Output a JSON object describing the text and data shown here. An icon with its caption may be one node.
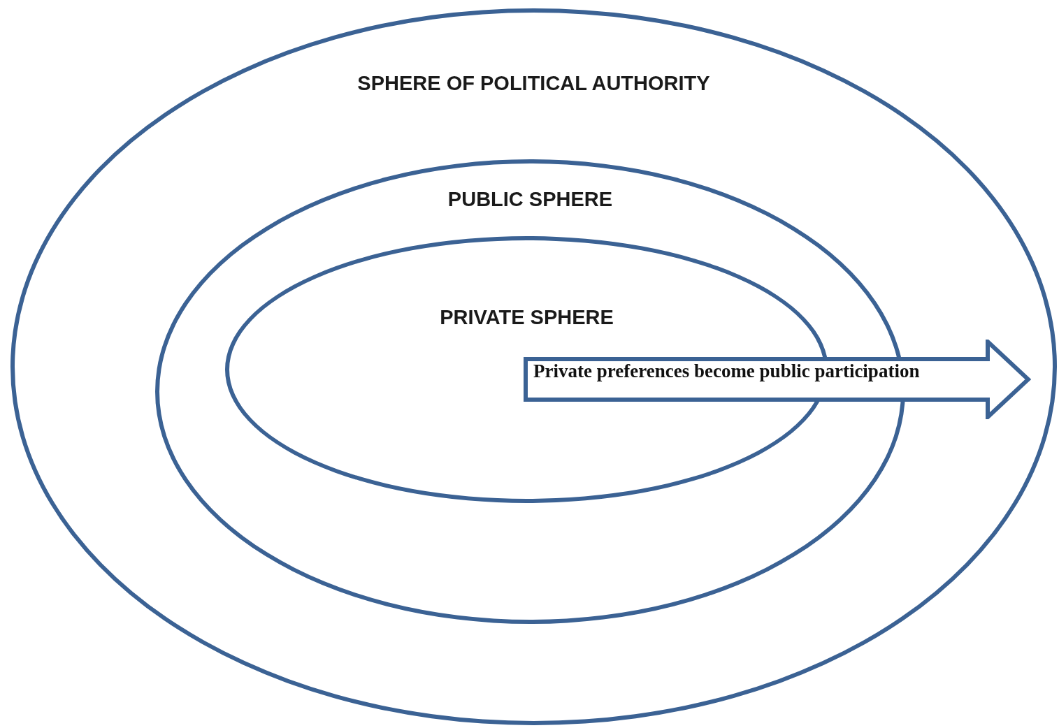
{
  "diagram": {
    "nodes": [
      {
        "text": [
          "SPHERE OF POLITICAL AUTHORITY"
        ]
      },
      {
        "text": [
          "PUBLIC SPHERE"
        ],
        "in": 0
      },
      {
        "text": [
          "PRIVATE SPHERE"
        ],
        "in": 1
      },
      {
        "text": [
          "Private preferences become public participation"
        ],
        "in": 0
      }
    ],
    "edges": []
  }
}
